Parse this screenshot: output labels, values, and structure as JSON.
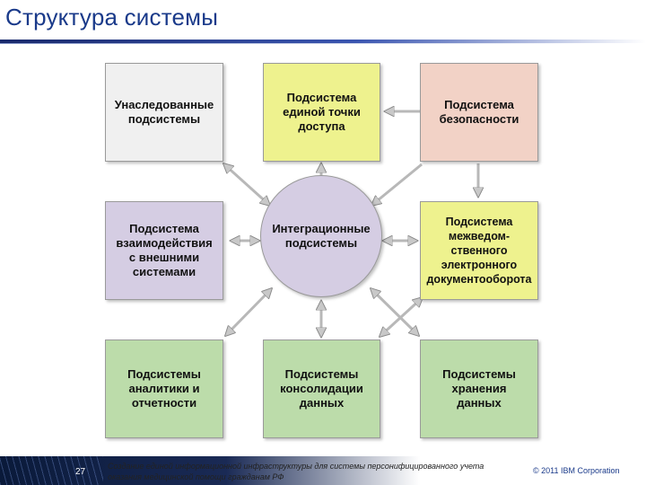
{
  "slide": {
    "title": "Структура системы",
    "page_number": "27",
    "footer_text": "Создание единой информационной инфраструктуры для системы персонифицированного учета оказания медицинской помощи гражданам РФ",
    "copyright": "© 2011 IBM Corporation"
  },
  "diagram": {
    "center": "Интеграционные\nподсистемы",
    "boxes": {
      "legacy": "Унаследованные\nподсистемы",
      "access_point": "Подсистема\nединой точки\nдоступа",
      "security": "Подсистема\nбезопасности",
      "external": "Подсистема\nвзаимодействия\nс внешними\nсистемами",
      "edoc": "Подсистема\nмежведом-\nственного\nэлектронного\nдокументооборота",
      "analytics": "Подсистемы\nаналитики и\nотчетности",
      "consolidation": "Подсистемы\nконсолидации\nданных",
      "storage": "Подсистемы\nхранения\nданных"
    },
    "colors": {
      "gray": "#f0f0f0",
      "yellow": "#eef28e",
      "rose": "#f2d2c6",
      "violet": "#d5cde3",
      "green": "#bcdcaa",
      "arrow": "#c8c8c8"
    }
  }
}
